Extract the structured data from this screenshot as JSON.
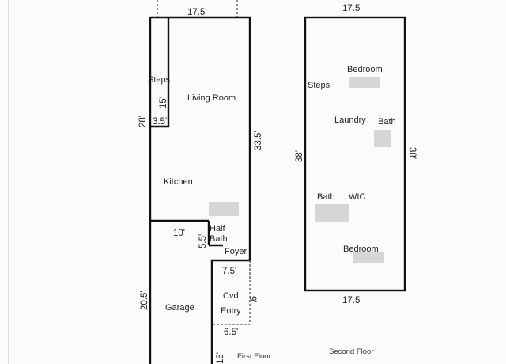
{
  "floor_plan": {
    "first_floor": {
      "caption": "First Floor",
      "rooms": {
        "steps": "Steps",
        "living_room": "Living Room",
        "kitchen": "Kitchen",
        "half_bath_line1": "Half",
        "half_bath_line2": "Bath",
        "foyer": "Foyer",
        "garage": "Garage",
        "covered_entry_line1": "Cvd",
        "covered_entry_line2": "Entry"
      },
      "dimensions": {
        "top_width": "17.5'",
        "stair_length": "15'",
        "stair_width": "3.5'",
        "left_depth": "28'",
        "right_depth": "33.5'",
        "garage_width": "10'",
        "half_bath_depth": "5.5'",
        "garage_depth": "20.5'",
        "entry_width": "7.5'",
        "entry_depth": "9'",
        "entry_bottom_width": "6.5'",
        "bottom_partial": "15'"
      }
    },
    "second_floor": {
      "caption": "Second Floor",
      "rooms": {
        "bedroom_top": "Bedroom",
        "steps": "Steps",
        "laundry": "Laundry",
        "bath_right": "Bath",
        "bath_left": "Bath",
        "wic": "WIC",
        "bedroom_bottom": "Bedroom"
      },
      "dimensions": {
        "top_width": "17.5'",
        "bottom_width": "17.5'",
        "left_depth": "38'",
        "right_depth": "38'"
      }
    }
  }
}
